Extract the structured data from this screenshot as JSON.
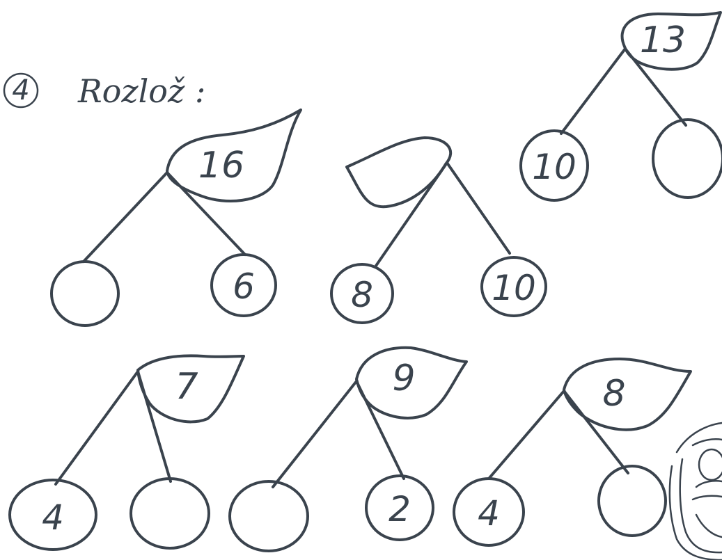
{
  "heading": {
    "task_number": "4",
    "instruction": "Rozlož :"
  },
  "trees": [
    {
      "top": "13",
      "left": "10",
      "right": ""
    },
    {
      "top": "16",
      "left": "",
      "right": "6"
    },
    {
      "top": "",
      "left": "8",
      "right": "10"
    },
    {
      "top": "7",
      "left": "4",
      "right": ""
    },
    {
      "top": "9",
      "left": "",
      "right": "2"
    },
    {
      "top": "8",
      "left": "4",
      "right": ""
    }
  ],
  "colors": {
    "ink": "#3a434d",
    "paper": "#ffffff"
  }
}
